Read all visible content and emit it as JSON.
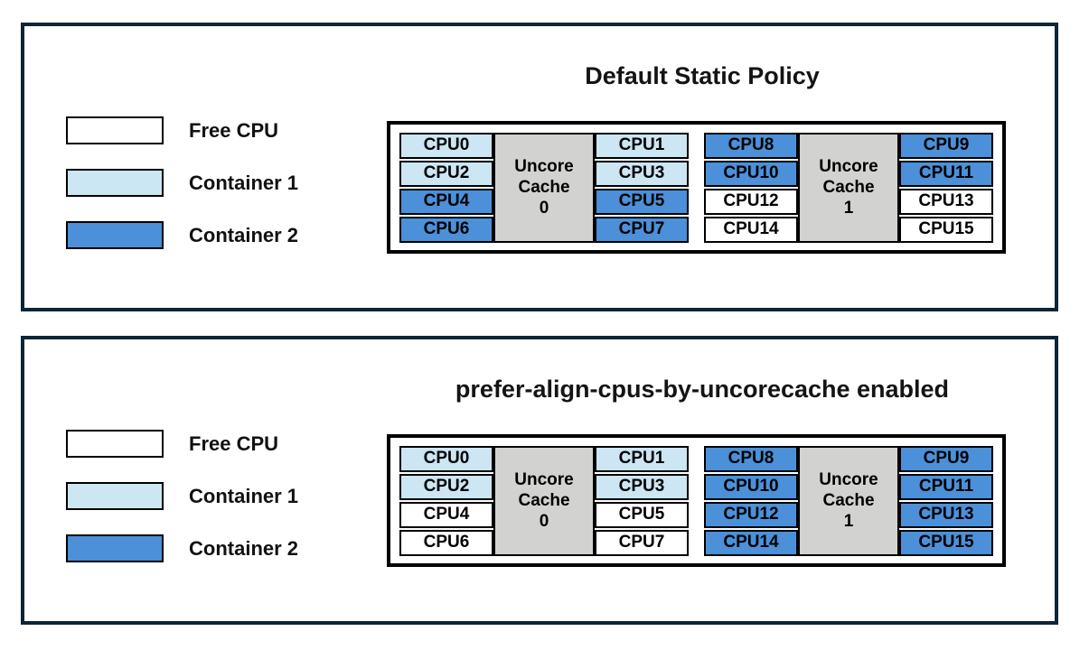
{
  "colors": {
    "free_cpu": "#ffffff",
    "container1": "#cce6f4",
    "container2": "#4b90d8",
    "uncore_cache": "#d2d2d0",
    "panel_border": "#0c2537",
    "cell_text": "#000000"
  },
  "legend": {
    "items": [
      {
        "label": "Free CPU",
        "role": "free_cpu"
      },
      {
        "label": "Container 1",
        "role": "container1"
      },
      {
        "label": "Container 2",
        "role": "container2"
      }
    ]
  },
  "panels": [
    {
      "title": "Default Static Policy",
      "groups": [
        {
          "cache_lines": [
            "Uncore",
            "Cache",
            "0"
          ],
          "left_cpus": [
            {
              "label": "CPU0",
              "role": "container1"
            },
            {
              "label": "CPU2",
              "role": "container1"
            },
            {
              "label": "CPU4",
              "role": "container2"
            },
            {
              "label": "CPU6",
              "role": "container2"
            }
          ],
          "right_cpus": [
            {
              "label": "CPU1",
              "role": "container1"
            },
            {
              "label": "CPU3",
              "role": "container1"
            },
            {
              "label": "CPU5",
              "role": "container2"
            },
            {
              "label": "CPU7",
              "role": "container2"
            }
          ]
        },
        {
          "cache_lines": [
            "Uncore",
            "Cache",
            "1"
          ],
          "left_cpus": [
            {
              "label": "CPU8",
              "role": "container2"
            },
            {
              "label": "CPU10",
              "role": "container2"
            },
            {
              "label": "CPU12",
              "role": "free_cpu"
            },
            {
              "label": "CPU14",
              "role": "free_cpu"
            }
          ],
          "right_cpus": [
            {
              "label": "CPU9",
              "role": "container2"
            },
            {
              "label": "CPU11",
              "role": "container2"
            },
            {
              "label": "CPU13",
              "role": "free_cpu"
            },
            {
              "label": "CPU15",
              "role": "free_cpu"
            }
          ]
        }
      ]
    },
    {
      "title": "prefer-align-cpus-by-uncorecache enabled",
      "groups": [
        {
          "cache_lines": [
            "Uncore",
            "Cache",
            "0"
          ],
          "left_cpus": [
            {
              "label": "CPU0",
              "role": "container1"
            },
            {
              "label": "CPU2",
              "role": "container1"
            },
            {
              "label": "CPU4",
              "role": "free_cpu"
            },
            {
              "label": "CPU6",
              "role": "free_cpu"
            }
          ],
          "right_cpus": [
            {
              "label": "CPU1",
              "role": "container1"
            },
            {
              "label": "CPU3",
              "role": "container1"
            },
            {
              "label": "CPU5",
              "role": "free_cpu"
            },
            {
              "label": "CPU7",
              "role": "free_cpu"
            }
          ]
        },
        {
          "cache_lines": [
            "Uncore",
            "Cache",
            "1"
          ],
          "left_cpus": [
            {
              "label": "CPU8",
              "role": "container2"
            },
            {
              "label": "CPU10",
              "role": "container2"
            },
            {
              "label": "CPU12",
              "role": "container2"
            },
            {
              "label": "CPU14",
              "role": "container2"
            }
          ],
          "right_cpus": [
            {
              "label": "CPU9",
              "role": "container2"
            },
            {
              "label": "CPU11",
              "role": "container2"
            },
            {
              "label": "CPU13",
              "role": "container2"
            },
            {
              "label": "CPU15",
              "role": "container2"
            }
          ]
        }
      ]
    }
  ]
}
